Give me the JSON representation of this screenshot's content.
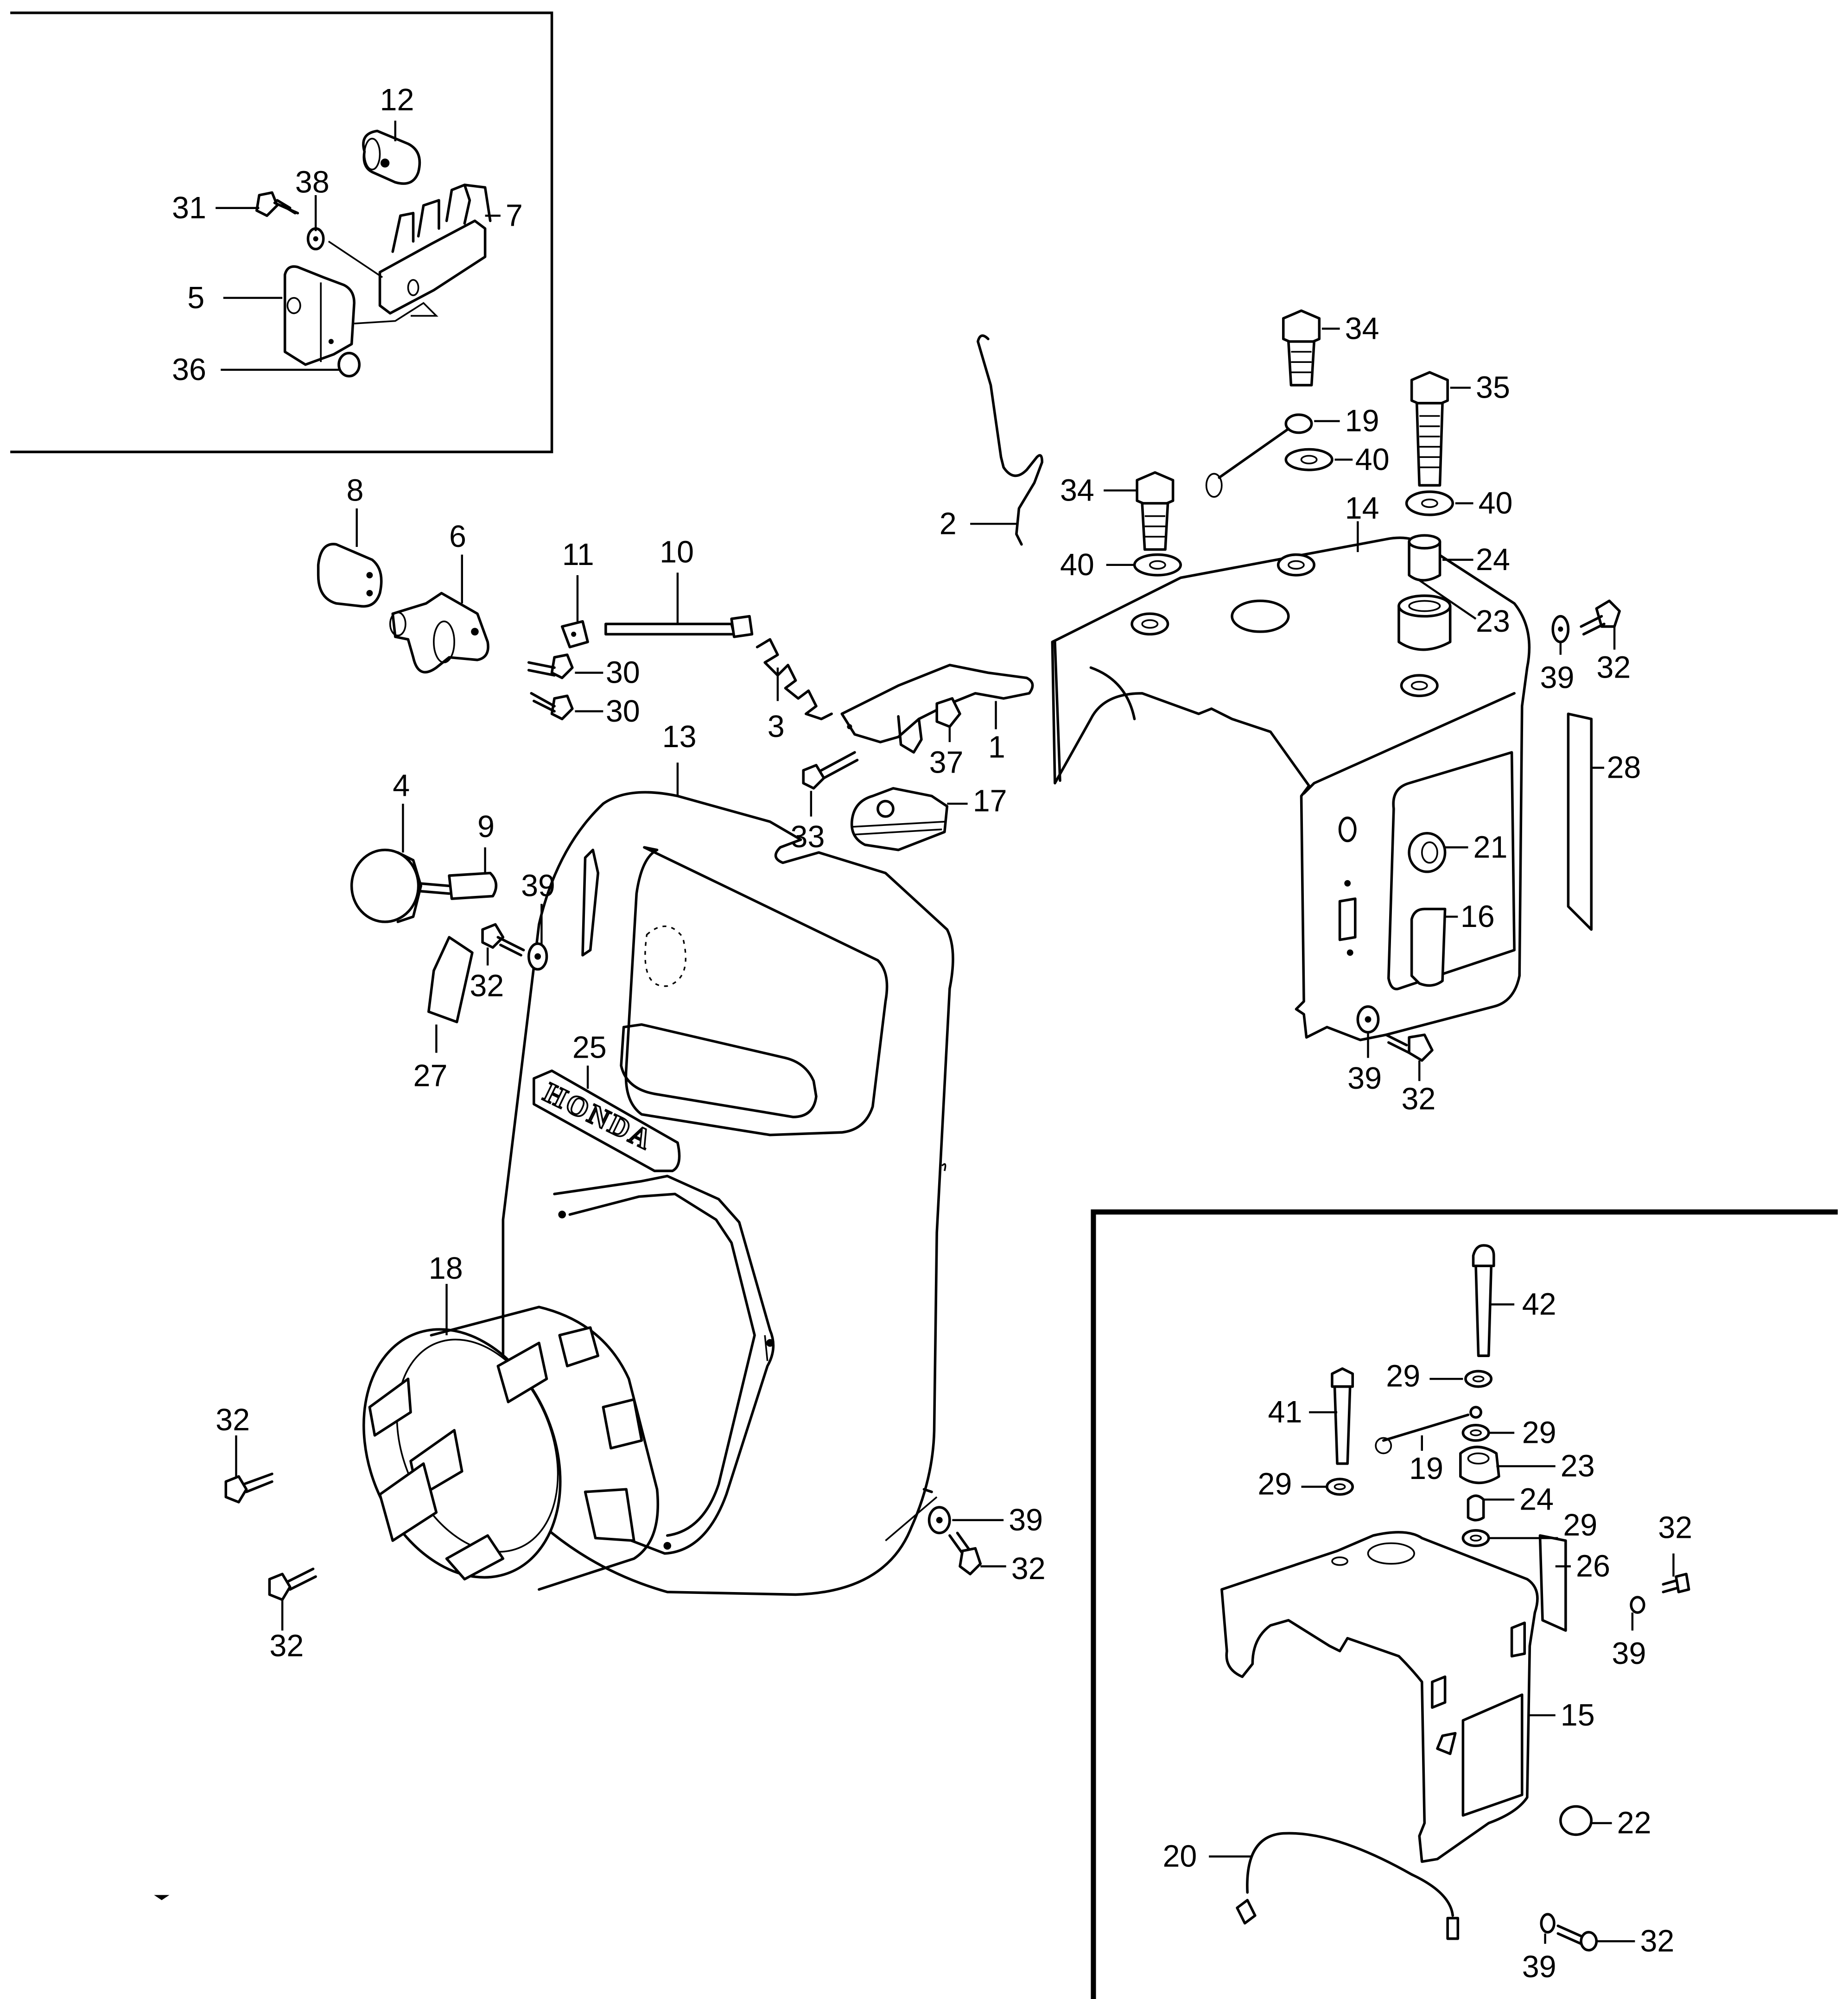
{
  "diagram": {
    "title": "Fan cover / shroud exploded parts diagram",
    "brand_emblem_text": "HONDA",
    "insets": [
      {
        "name": "top-left-inset",
        "callouts": [
          "12",
          "31",
          "38",
          "7",
          "5",
          "36"
        ]
      },
      {
        "name": "bottom-right-inset",
        "callouts": [
          "42",
          "29",
          "41",
          "29",
          "19",
          "23",
          "29",
          "24",
          "29",
          "32",
          "26",
          "39",
          "15",
          "22",
          "20",
          "39",
          "32"
        ]
      }
    ]
  },
  "callouts": {
    "c12": "12",
    "c31": "31",
    "c38": "38",
    "c7": "7",
    "c5": "5",
    "c36": "36",
    "c8": "8",
    "c6": "6",
    "c11": "11",
    "c10": "10",
    "c30a": "30",
    "c30b": "30",
    "c3": "3",
    "c1": "1",
    "c37": "37",
    "c2": "2",
    "c33": "33",
    "c17": "17",
    "c13": "13",
    "c4": "4",
    "c9": "9",
    "c39a": "39",
    "c32a": "32",
    "c27": "27",
    "c25": "25",
    "c34a": "34",
    "c35": "35",
    "c19a": "19",
    "c40a": "40",
    "c34b": "34",
    "c40b": "40",
    "c40c": "40",
    "c14": "14",
    "c24a": "24",
    "c23a": "23",
    "c39b": "39",
    "c32b": "32",
    "c28": "28",
    "c21": "21",
    "c16": "16",
    "c39c": "39",
    "c32c": "32",
    "c18": "18",
    "c32d": "32",
    "c32e": "32",
    "c39d": "39",
    "c32f": "32",
    "c42": "42",
    "c29a": "29",
    "c41": "41",
    "c29b": "29",
    "c19b": "19",
    "c23b": "23",
    "c29c": "29",
    "c24b": "24",
    "c29d": "29",
    "c32g": "32",
    "c26": "26",
    "c39e": "39",
    "c15": "15",
    "c22": "22",
    "c20": "20",
    "c39f": "39",
    "c32h": "32"
  }
}
